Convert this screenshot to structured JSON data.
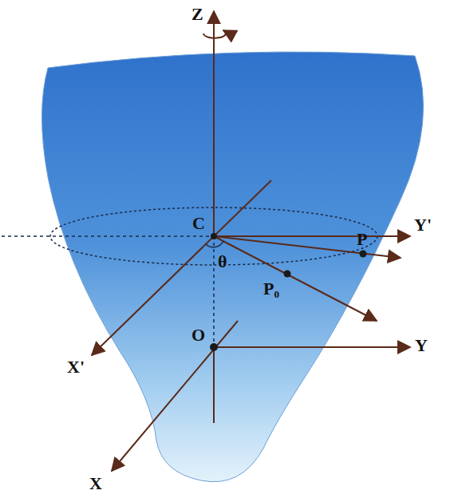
{
  "diagram": {
    "labels": [
      "Z",
      "Y'",
      "C",
      "θ",
      "P",
      "P₀",
      "X'",
      "O",
      "Y",
      "X"
    ]
  }
}
